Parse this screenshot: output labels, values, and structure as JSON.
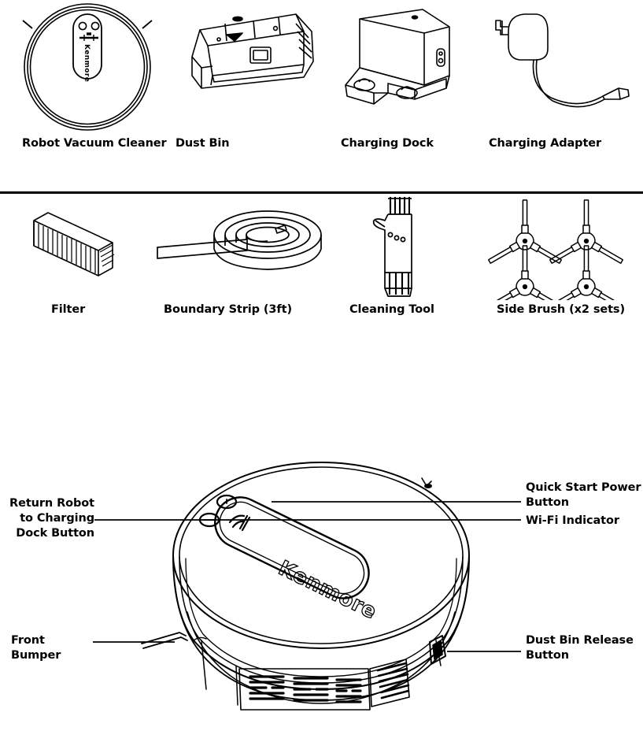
{
  "parts_list": {
    "row_one": [
      {
        "label": "Robot Vacuum Cleaner",
        "icon": "robot-vacuum-top-view-icon"
      },
      {
        "label": "Dust Bin",
        "icon": "dust-bin-icon"
      },
      {
        "label": "Charging Dock",
        "icon": "charging-dock-icon"
      },
      {
        "label": "Charging Adapter",
        "icon": "charging-adapter-icon"
      }
    ],
    "row_two": [
      {
        "label": "Filter",
        "icon": "filter-icon"
      },
      {
        "label": "Boundary Strip (3ft)",
        "icon": "boundary-strip-icon"
      },
      {
        "label": "Cleaning Tool",
        "icon": "cleaning-tool-icon"
      },
      {
        "label": "Side Brush (x2 sets)",
        "icon": "side-brush-icon"
      }
    ]
  },
  "diagram": {
    "brand": "Kenmore",
    "callouts": {
      "return_dock": "Return Robot to Charging Dock Button",
      "quick_start_power": "Quick Start Power Button",
      "wifi_indicator": "Wi-Fi Indicator",
      "front_bumper": "Front Bumper",
      "dust_bin_release": "Dust Bin Release Button"
    }
  },
  "colors": {
    "ink": "#000000",
    "paper": "#ffffff"
  }
}
